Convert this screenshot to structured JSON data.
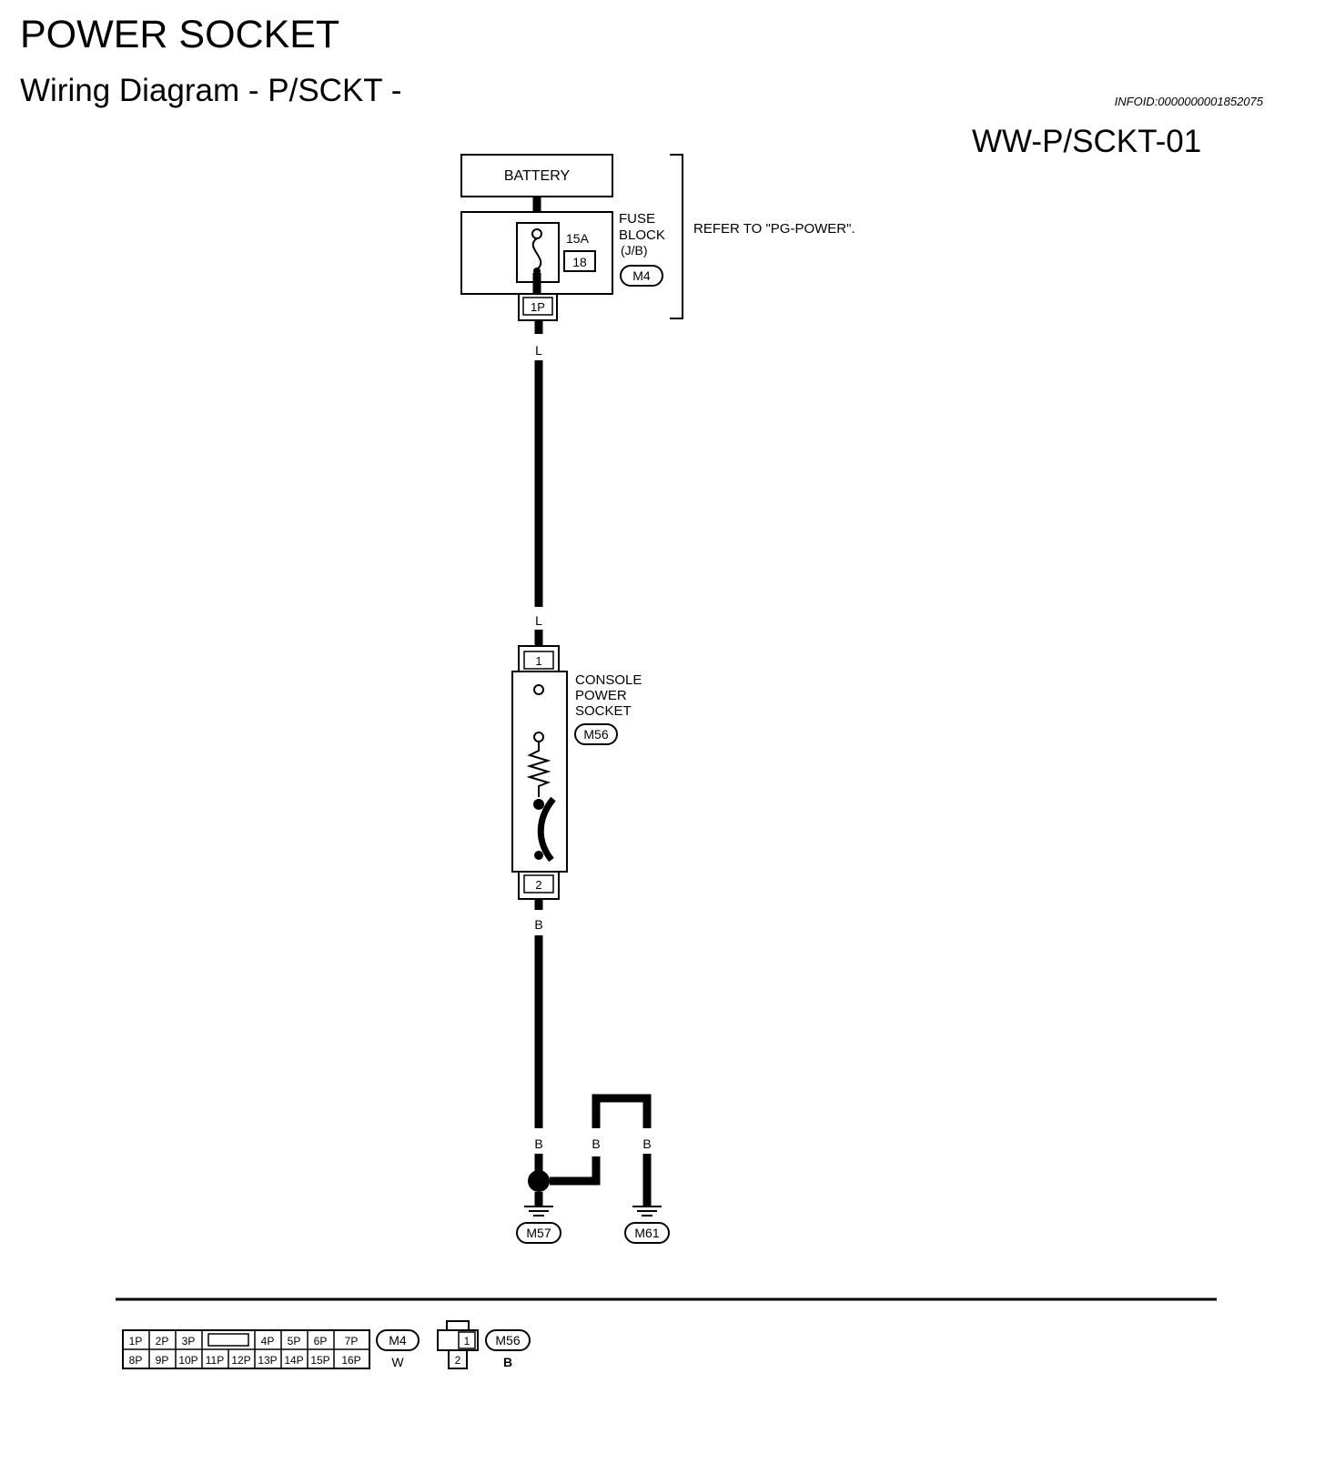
{
  "page": {
    "title": "POWER SOCKET",
    "subtitle": "Wiring Diagram - P/SCKT -",
    "info_id": "INFOID:0000000001852075",
    "diagram_code": "WW-P/SCKT-01"
  },
  "battery": {
    "label": "BATTERY"
  },
  "fuse_block": {
    "amperage": "15A",
    "fuse_number": "18",
    "label_line1": "FUSE",
    "label_line2": "BLOCK",
    "label_line3": "(J/B)",
    "connector": "M4",
    "terminal": "1P",
    "refer_note": "REFER TO \"PG-POWER\"."
  },
  "wires": {
    "power_top": "L",
    "power_bottom": "L",
    "ground_top": "B",
    "ground_left": "B",
    "ground_mid": "B",
    "ground_right": "B"
  },
  "console_socket": {
    "label_line1": "CONSOLE",
    "label_line2": "POWER",
    "label_line3": "SOCKET",
    "connector": "M56",
    "terminal_top": "1",
    "terminal_bottom": "2"
  },
  "grounds": [
    {
      "connector": "M57"
    },
    {
      "connector": "M61"
    }
  ],
  "connector_views": {
    "m4": {
      "row1": [
        "1P",
        "2P",
        "3P",
        "4P",
        "5P",
        "6P",
        "7P"
      ],
      "row2": [
        "8P",
        "9P",
        "10P",
        "11P",
        "12P",
        "13P",
        "14P",
        "15P",
        "16P"
      ],
      "connector": "M4",
      "color": "W"
    },
    "m56": {
      "terminal_1": "1",
      "terminal_2": "2",
      "connector": "M56",
      "color": "B"
    }
  }
}
